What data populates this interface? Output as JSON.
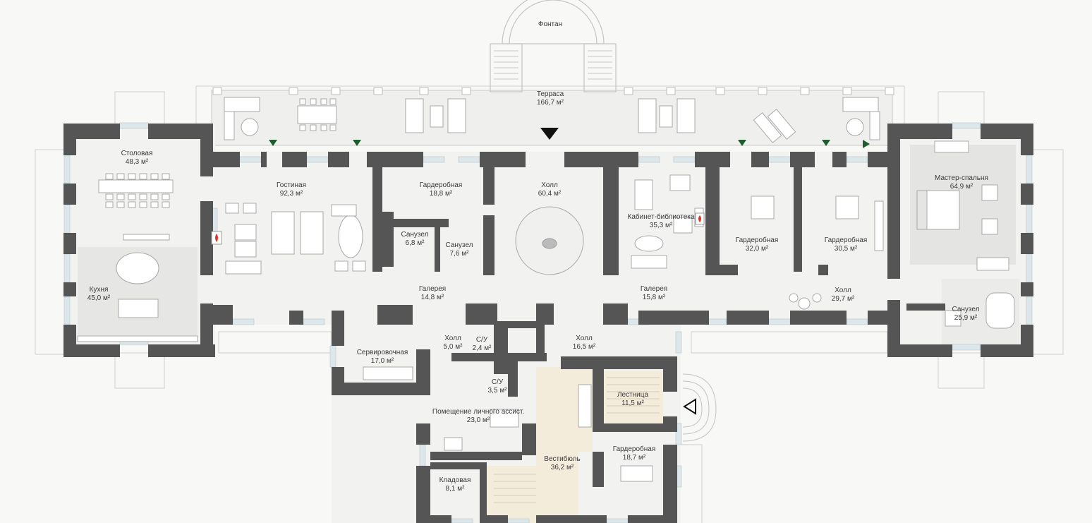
{
  "rooms": [
    {
      "id": "fountain",
      "name": "Фонтан",
      "area": ""
    },
    {
      "id": "terrace",
      "name": "Терраса",
      "area": "166,7 м²"
    },
    {
      "id": "dining",
      "name": "Столовая",
      "area": "48,3 м²"
    },
    {
      "id": "living",
      "name": "Гостиная",
      "area": "92,3 м²"
    },
    {
      "id": "wardrobe1",
      "name": "Гардеробная",
      "area": "18,8 м²"
    },
    {
      "id": "hall-main",
      "name": "Холл",
      "area": "60,4 м²"
    },
    {
      "id": "study",
      "name": "Кабинет-библиотека",
      "area": "35,3 м²"
    },
    {
      "id": "wardrobe2",
      "name": "Гардеробная",
      "area": "32,0 м²"
    },
    {
      "id": "wardrobe3",
      "name": "Гардеробная",
      "area": "30,5 м²"
    },
    {
      "id": "master",
      "name": "Мастер-спальня",
      "area": "64,9 м²"
    },
    {
      "id": "bath1",
      "name": "Санузел",
      "area": "6,8 м²"
    },
    {
      "id": "bath2",
      "name": "Санузел",
      "area": "7,6 м²"
    },
    {
      "id": "kitchen",
      "name": "Кухня",
      "area": "45,0 м²"
    },
    {
      "id": "gallery1",
      "name": "Галерея",
      "area": "14,8 м²"
    },
    {
      "id": "gallery2",
      "name": "Галерея",
      "area": "15,8 м²"
    },
    {
      "id": "hall-east",
      "name": "Холл",
      "area": "29,7 м²"
    },
    {
      "id": "bath3",
      "name": "Санузел",
      "area": "25,9 м²"
    },
    {
      "id": "hall-small",
      "name": "Холл",
      "area": "5,0 м²"
    },
    {
      "id": "wc1",
      "name": "С/У",
      "area": "2,4 м²"
    },
    {
      "id": "hall-lower",
      "name": "Холл",
      "area": "16,5 м²"
    },
    {
      "id": "serving",
      "name": "Сервировочная",
      "area": "17,0 м²"
    },
    {
      "id": "wc2",
      "name": "С/У",
      "area": "3,5 м²"
    },
    {
      "id": "stairs",
      "name": "Лестница",
      "area": "11,5 м²"
    },
    {
      "id": "assistant",
      "name": "Помещение личного ассист.",
      "area": "23,0 м²"
    },
    {
      "id": "vestibule",
      "name": "Вестибюль",
      "area": "36,2 м²"
    },
    {
      "id": "wardrobe4",
      "name": "Гардеробная",
      "area": "18,7 м²"
    },
    {
      "id": "storage",
      "name": "Кладовая",
      "area": "8,1 м²"
    }
  ],
  "colors": {
    "background": "#f8f8f6",
    "wall": "#555555",
    "floor": "#f2f2f0",
    "kitchen_floor": "#e6e6e4",
    "vestibule_floor": "#f4ecdb",
    "window": "#dbe7ea",
    "terrace_outline": "#cfcfcf",
    "furniture": "#a8a8a8",
    "entrance_marker_main": "#111111",
    "entrance_marker_secondary": "#1e5e2e"
  },
  "icons": {
    "main_entrance": "black-triangle-down",
    "terrace_exits": "green-triangle-down",
    "side_entrance": "outline-triangle-left",
    "fireplaces": "red-flame-icon"
  }
}
